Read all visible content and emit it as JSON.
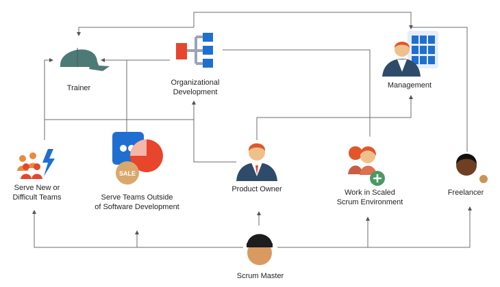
{
  "colors": {
    "line": "#6b6b6b",
    "hat": "#4d7a77",
    "blue": "#1f6fd1",
    "red": "#e7452c",
    "suit": "#2f4b6a",
    "skin": "#f0c08a",
    "dark_skin": "#6e3f20",
    "hair": "#e1562a"
  },
  "nodes": {
    "trainer": {
      "label": "Trainer",
      "icon": "cap-icon"
    },
    "org_dev": {
      "label": "Organizational\nDevelopment",
      "icon": "org-chart-icon"
    },
    "management": {
      "label": "Management",
      "icon": "manager-icon"
    },
    "new_teams": {
      "label": "Serve New or\nDifficult Teams",
      "icon": "team-lightning-icon"
    },
    "outside_sw": {
      "label": "Serve Teams Outside\nof Software Development",
      "icon": "sales-pie-icon",
      "badge": "SALE"
    },
    "product_owner": {
      "label": "Product Owner",
      "icon": "businessman-icon"
    },
    "scaled": {
      "label": "Work in Scaled\nScrum Environment",
      "icon": "team-plus-icon"
    },
    "freelancer": {
      "label": "Freelancer",
      "icon": "freelancer-icon"
    },
    "scrum_master": {
      "label": "Scrum Master",
      "icon": "scrum-master-icon"
    }
  }
}
